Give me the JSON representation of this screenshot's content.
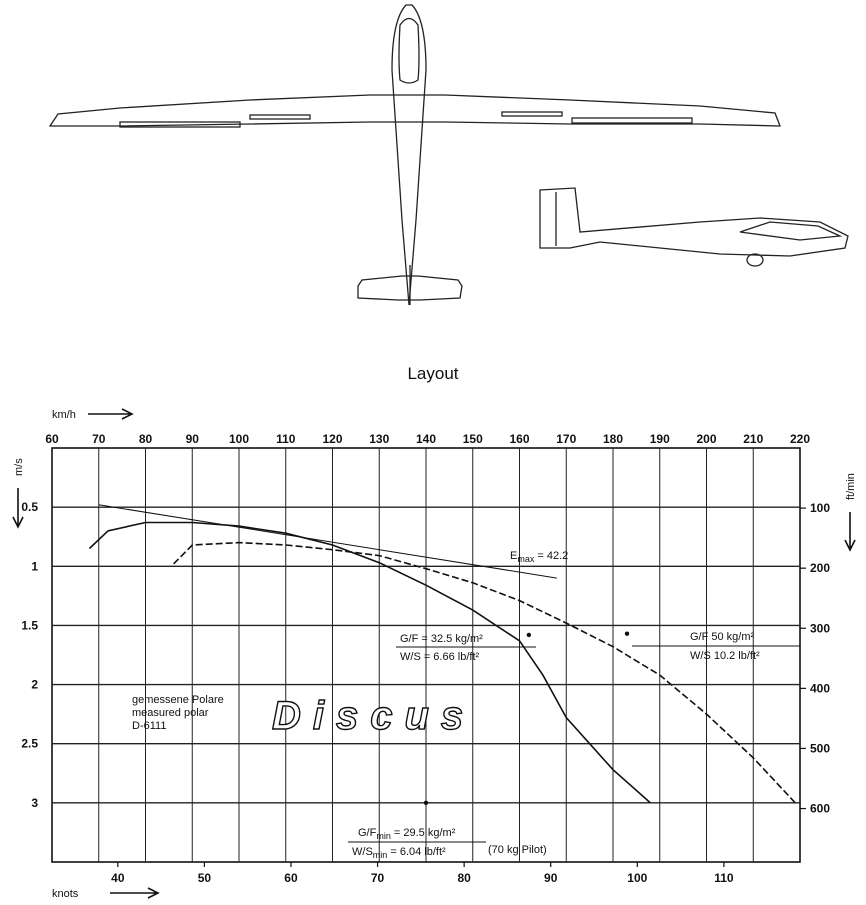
{
  "layout_caption": "Layout",
  "chart_data": {
    "type": "line",
    "title": "",
    "top_axis": {
      "label": "km/h",
      "range": [
        60,
        220
      ],
      "ticks": [
        "60",
        "70",
        "80",
        "90",
        "100",
        "110",
        "120",
        "130",
        "140",
        "150",
        "160",
        "170",
        "180",
        "190",
        "200",
        "210",
        "220"
      ]
    },
    "bottom_axis": {
      "label": "knots",
      "ticks": [
        "40",
        "50",
        "60",
        "70",
        "80",
        "90",
        "100",
        "110"
      ]
    },
    "left_axis": {
      "label": "m/s",
      "range": [
        0.0,
        3.5
      ],
      "inverted": true,
      "ticks": [
        "0.5",
        "1",
        "1.5",
        "2",
        "2.5",
        "3"
      ]
    },
    "right_axis": {
      "label": "ft/min",
      "ticks": [
        "100",
        "200",
        "300",
        "400",
        "500",
        "600"
      ]
    },
    "grid": true,
    "series": [
      {
        "style": "solid",
        "x": [
          68,
          72,
          80,
          90,
          100,
          110,
          120,
          130,
          140,
          150,
          160,
          165,
          170,
          180,
          188
        ],
        "y": [
          0.85,
          0.7,
          0.63,
          0.63,
          0.66,
          0.72,
          0.82,
          0.97,
          1.16,
          1.37,
          1.63,
          1.92,
          2.28,
          2.72,
          3.0
        ]
      },
      {
        "style": "dashed",
        "x": [
          86,
          90,
          100,
          110,
          120,
          130,
          140,
          150,
          160,
          170,
          180,
          190,
          200,
          210,
          219
        ],
        "y": [
          0.98,
          0.82,
          0.8,
          0.82,
          0.86,
          0.91,
          1.02,
          1.14,
          1.29,
          1.48,
          1.68,
          1.92,
          2.25,
          2.62,
          3.0
        ]
      },
      {
        "style": "tangent",
        "x": [
          70,
          168
        ],
        "y": [
          0.48,
          1.1
        ]
      }
    ],
    "annotations": {
      "emax": "E",
      "emax_sub": "max",
      "emax_value": " = 42.2",
      "gf1_num": "G/F  = 32.5 kg/m²",
      "gf1_den": "W/S =   6.66 lb/ft²",
      "gf2_num": "G/F  50 kg/m²",
      "gf2_den": "W/S 10.2 lb/ft²",
      "measured_1": "gemessene Polare",
      "measured_2": "measured polar",
      "measured_3": "D-6111",
      "min_num_a": "G/F",
      "min_num_sub": "min",
      "min_num_b": " = 29.5 kg/m²",
      "min_den_a": "W/S",
      "min_den_sub": "min",
      "min_den_b": " =  6.04 lb/ft²",
      "pilot": "(70 kg Pilot)",
      "brand": "Discus"
    }
  }
}
